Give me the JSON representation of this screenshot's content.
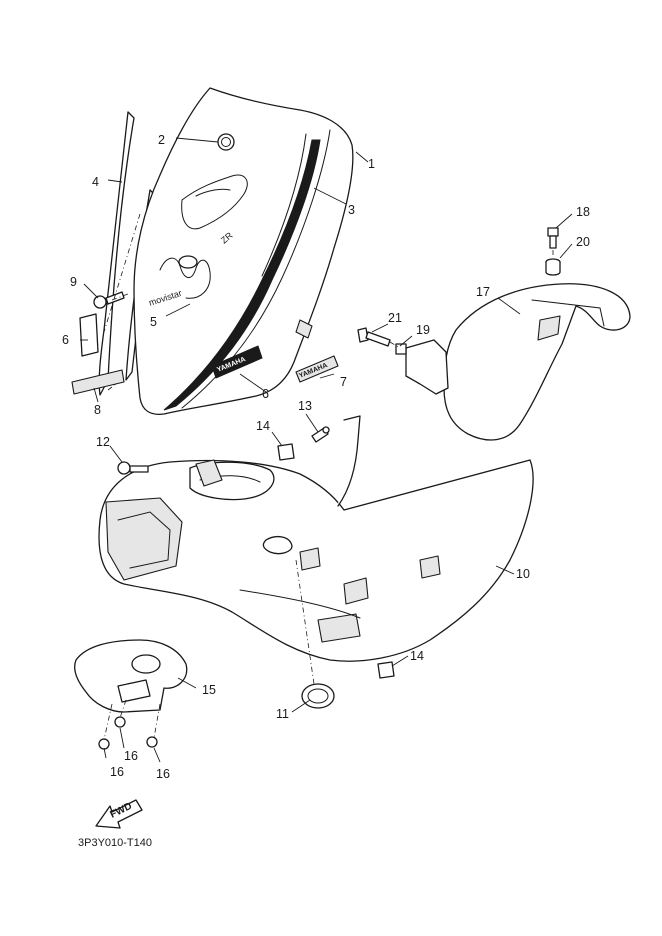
{
  "diagram_code": "3P3Y010-T140",
  "fwd_label": "FWD",
  "decals": {
    "brand": "movistar",
    "model": "ZR",
    "panel_a": "YAMAHA",
    "panel_b": "YAMAHA"
  },
  "callouts": [
    {
      "id": "1",
      "label": "1"
    },
    {
      "id": "2",
      "label": "2"
    },
    {
      "id": "3",
      "label": "3"
    },
    {
      "id": "4",
      "label": "4"
    },
    {
      "id": "5",
      "label": "5"
    },
    {
      "id": "6a",
      "label": "6"
    },
    {
      "id": "6b",
      "label": "6"
    },
    {
      "id": "7",
      "label": "7"
    },
    {
      "id": "8",
      "label": "8"
    },
    {
      "id": "9",
      "label": "9"
    },
    {
      "id": "10",
      "label": "10"
    },
    {
      "id": "11",
      "label": "11"
    },
    {
      "id": "12",
      "label": "12"
    },
    {
      "id": "13",
      "label": "13"
    },
    {
      "id": "14a",
      "label": "14"
    },
    {
      "id": "14b",
      "label": "14"
    },
    {
      "id": "15",
      "label": "15"
    },
    {
      "id": "16a",
      "label": "16"
    },
    {
      "id": "16b",
      "label": "16"
    },
    {
      "id": "16c",
      "label": "16"
    },
    {
      "id": "17",
      "label": "17"
    },
    {
      "id": "18",
      "label": "18"
    },
    {
      "id": "19",
      "label": "19"
    },
    {
      "id": "20",
      "label": "20"
    },
    {
      "id": "21",
      "label": "21"
    }
  ]
}
